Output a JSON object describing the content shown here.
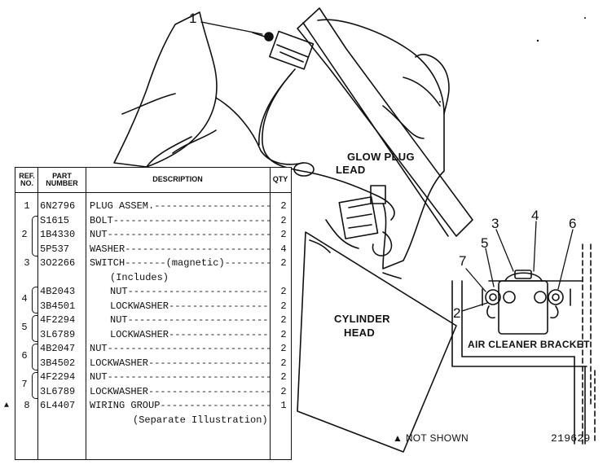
{
  "callouts": {
    "c1": "1",
    "c2": "2",
    "c3": "3",
    "c4": "4",
    "c5": "5",
    "c6": "6",
    "c7": "7"
  },
  "labels": {
    "glow_plug": "GLOW PLUG",
    "lead": "LEAD",
    "cylinder": "CYLINDER",
    "head": "HEAD",
    "air_cleaner_bracket": "AIR CLEANER BRACKET",
    "not_shown": "NOT SHOWN",
    "not_shown_symbol": "▲",
    "figure_number": "219629"
  },
  "table": {
    "headers": {
      "ref": "REF. NO.",
      "part": "PART NUMBER",
      "desc": "DESCRIPTION",
      "qty": "QTY"
    },
    "rows": [
      {
        "marker": "",
        "ref": "1",
        "part": "6N2796",
        "desc": "PLUG ASSEM.",
        "qty": "2"
      },
      {
        "marker": "",
        "ref": "",
        "part": "S1615",
        "desc": "BOLT",
        "qty": "2"
      },
      {
        "marker": "",
        "ref": "",
        "part": "1B4330",
        "desc": "NUT",
        "qty": "2"
      },
      {
        "marker": "",
        "ref": "",
        "part": "5P537",
        "desc": "WASHER",
        "qty": "4"
      },
      {
        "marker": "",
        "ref": "3",
        "part": "3O2266",
        "desc": "SWITCH",
        "desc_note": "(magnetic)",
        "qty": "2"
      },
      {
        "marker": "",
        "ref": "",
        "part": "",
        "desc": "(Includes)",
        "qty": ""
      },
      {
        "marker": "",
        "ref": "",
        "part": "4B2043",
        "desc": "NUT",
        "qty": "2"
      },
      {
        "marker": "",
        "ref": "",
        "part": "3B4501",
        "desc": "LOCKWASHER",
        "qty": "2"
      },
      {
        "marker": "",
        "ref": "",
        "part": "4F2294",
        "desc": "NUT",
        "qty": "2"
      },
      {
        "marker": "",
        "ref": "",
        "part": "3L6789",
        "desc": "LOCKWASHER",
        "qty": "2"
      },
      {
        "marker": "",
        "ref": "",
        "part": "4B2047",
        "desc": "NUT",
        "qty": "2"
      },
      {
        "marker": "",
        "ref": "",
        "part": "3B4502",
        "desc": "LOCKWASHER",
        "qty": "2"
      },
      {
        "marker": "",
        "ref": "",
        "part": "4F2294",
        "desc": "NUT",
        "qty": "2"
      },
      {
        "marker": "",
        "ref": "",
        "part": "3L6789",
        "desc": "LOCKWASHER",
        "qty": "2"
      },
      {
        "marker": "▲",
        "ref": "8",
        "part": "6L4407",
        "desc": "WIRING GROUP",
        "qty": "1"
      },
      {
        "marker": "",
        "ref": "",
        "part": "",
        "desc": "(Separate Illustration)",
        "qty": ""
      }
    ],
    "groups": [
      {
        "ref": "2",
        "rows": [
          1,
          3
        ]
      },
      {
        "ref": "4",
        "rows": [
          6,
          7
        ]
      },
      {
        "ref": "5",
        "rows": [
          8,
          9
        ]
      },
      {
        "ref": "6",
        "rows": [
          10,
          11
        ]
      },
      {
        "ref": "7",
        "rows": [
          12,
          13
        ]
      }
    ]
  }
}
